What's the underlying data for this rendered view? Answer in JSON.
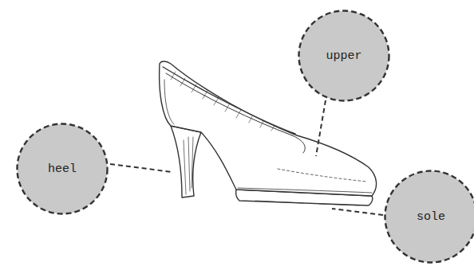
{
  "diagram": {
    "nodes": [
      {
        "text": [
          "upper"
        ]
      },
      {
        "text": [
          "heel"
        ]
      },
      {
        "text": [
          "sole"
        ]
      }
    ]
  }
}
